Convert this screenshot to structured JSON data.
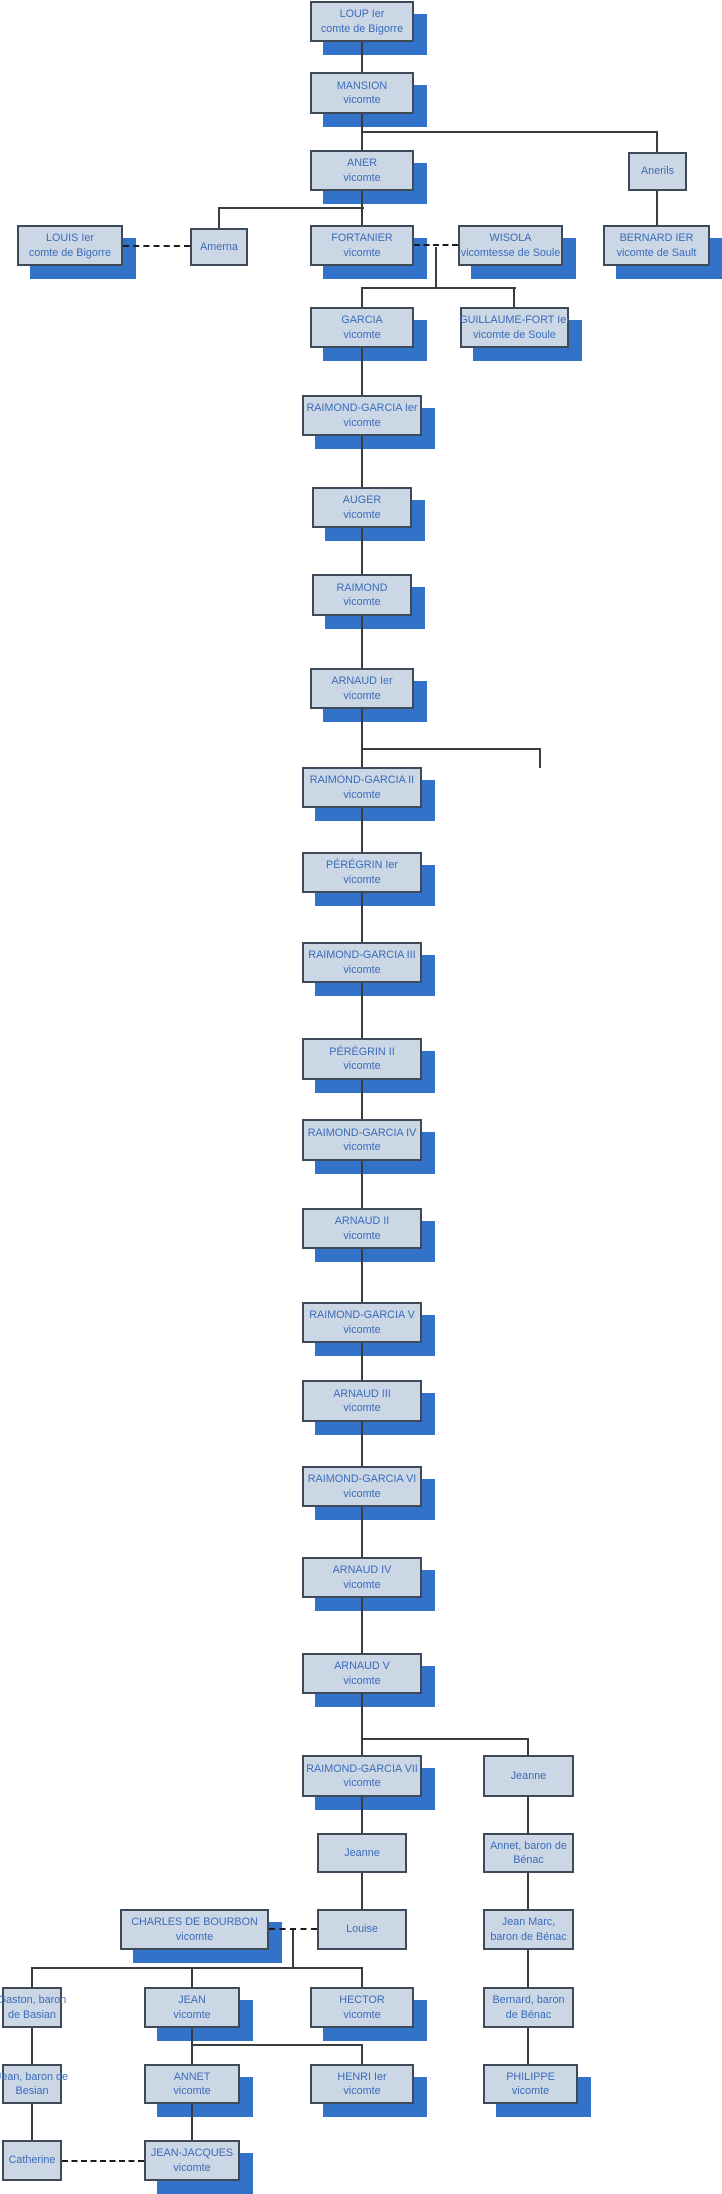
{
  "diagram": {
    "kind": "family-tree",
    "colors": {
      "box_fill": "#ccd7e6",
      "box_border": "#3e4a58",
      "box_shadow": "#3272c8",
      "text": "#3a6cba",
      "line": "#3c3c3c"
    },
    "nodes": [
      {
        "id": "loup",
        "name": "LOUP Ier",
        "title": "comte de Bigorre"
      },
      {
        "id": "mansion",
        "name": "MANSION",
        "title": "vicomte"
      },
      {
        "id": "aner",
        "name": "ANER",
        "title": "vicomte"
      },
      {
        "id": "anerils",
        "name": "Anerils"
      },
      {
        "id": "louis",
        "name": "LOUIS Ier",
        "title": "comte de Bigorre"
      },
      {
        "id": "amerna",
        "name": "Amerna"
      },
      {
        "id": "fortanier",
        "name": "FORTANIER",
        "title": "vicomte"
      },
      {
        "id": "wisola",
        "name": "WISOLA",
        "title": "vicomtesse de Soule"
      },
      {
        "id": "bernard-ier",
        "name": "BERNARD IER",
        "title": "vicomte de Sault"
      },
      {
        "id": "garcia",
        "name": "GARCIA",
        "title": "vicomte"
      },
      {
        "id": "guillaume-fort",
        "name": "GUILLAUME-FORT Ier",
        "title": "vicomte de Soule"
      },
      {
        "id": "rg1",
        "name": "RAIMOND-GARCIA Ier",
        "title": "vicomte"
      },
      {
        "id": "auger",
        "name": "AUGER",
        "title": "vicomte"
      },
      {
        "id": "raimond",
        "name": "RAIMOND",
        "title": "vicomte"
      },
      {
        "id": "arnaud1",
        "name": "ARNAUD Ier",
        "title": "vicomte"
      },
      {
        "id": "rg2",
        "name": "RAIMOND-GARCIA II",
        "title": "vicomte"
      },
      {
        "id": "peregrin1",
        "name": "PÉRÉGRIN Ier",
        "title": "vicomte"
      },
      {
        "id": "rg3",
        "name": "RAIMOND-GARCIA III",
        "title": "vicomte"
      },
      {
        "id": "peregrin2",
        "name": "PÉRÉGRIN II",
        "title": "vicomte"
      },
      {
        "id": "rg4",
        "name": "RAIMOND-GARCIA IV",
        "title": "vicomte"
      },
      {
        "id": "arnaud2",
        "name": "ARNAUD II",
        "title": "vicomte"
      },
      {
        "id": "rg5",
        "name": "RAIMOND-GARCIA V",
        "title": "vicomte"
      },
      {
        "id": "arnaud3",
        "name": "ARNAUD III",
        "title": "vicomte"
      },
      {
        "id": "rg6",
        "name": "RAIMOND-GARCIA VI",
        "title": "vicomte"
      },
      {
        "id": "arnaud4",
        "name": "ARNAUD IV",
        "title": "vicomte"
      },
      {
        "id": "arnaud5",
        "name": "ARNAUD V",
        "title": "vicomte"
      },
      {
        "id": "rg7",
        "name": "RAIMOND-GARCIA VII",
        "title": "vicomte"
      },
      {
        "id": "jeanne-benac",
        "name": "Jeanne"
      },
      {
        "id": "jeanne",
        "name": "Jeanne"
      },
      {
        "id": "annet-benac",
        "name": "Annet, baron de\nBénac"
      },
      {
        "id": "charles",
        "name": "CHARLES DE BOURBON",
        "title": "vicomte"
      },
      {
        "id": "louise",
        "name": "Louise"
      },
      {
        "id": "jean-marc",
        "name": "Jean Marc,\nbaron de Bénac"
      },
      {
        "id": "gaston",
        "name": "Gaston, baron\nde Basian"
      },
      {
        "id": "jean",
        "name": "JEAN",
        "title": "vicomte"
      },
      {
        "id": "hector",
        "name": "HECTOR",
        "title": "vicomte"
      },
      {
        "id": "bernard-benac",
        "name": "Bernard, baron\nde Bénac"
      },
      {
        "id": "jean-besian",
        "name": "Jean, baron de\nBesian"
      },
      {
        "id": "annet",
        "name": "ANNET",
        "title": "vicomte"
      },
      {
        "id": "henri",
        "name": "HENRI Ier",
        "title": "vicomte"
      },
      {
        "id": "philippe",
        "name": "PHILIPPE",
        "title": "vicomte"
      },
      {
        "id": "catherine",
        "name": "Catherine"
      },
      {
        "id": "jean-jacques",
        "name": "JEAN-JACQUES",
        "title": "vicomte"
      }
    ],
    "descents": [
      "loup > mansion",
      "mansion > aner",
      "mansion > anerils",
      "aner > amerna",
      "aner > fortanier",
      "anerils > bernard-ier",
      "fortanier+wisola > garcia",
      "fortanier+wisola > guillaume-fort",
      "garcia > rg1",
      "rg1 > auger",
      "auger > raimond",
      "raimond > arnaud1",
      "arnaud1 > rg2",
      "rg2 > peregrin1",
      "peregrin1 > rg3",
      "rg3 > peregrin2",
      "peregrin2 > rg4",
      "rg4 > arnaud2",
      "arnaud2 > rg5",
      "rg5 > arnaud3",
      "arnaud3 > rg6",
      "rg6 > arnaud4",
      "arnaud4 > arnaud5",
      "arnaud5 > rg7",
      "arnaud5 > jeanne-benac",
      "rg7 > jeanne",
      "jeanne > louise",
      "jeanne-benac > annet-benac",
      "annet-benac > jean-marc",
      "jean-marc > bernard-benac",
      "bernard-benac > philippe",
      "charles+louise > gaston",
      "charles+louise > jean",
      "charles+louise > hector",
      "gaston > jean-besian",
      "jean-besian > catherine",
      "jean > annet",
      "jean > henri",
      "annet > jean-jacques"
    ],
    "marriages": [
      "louis ~ amerna",
      "fortanier ~ wisola",
      "charles ~ louise",
      "catherine ~ jean-jacques"
    ]
  }
}
